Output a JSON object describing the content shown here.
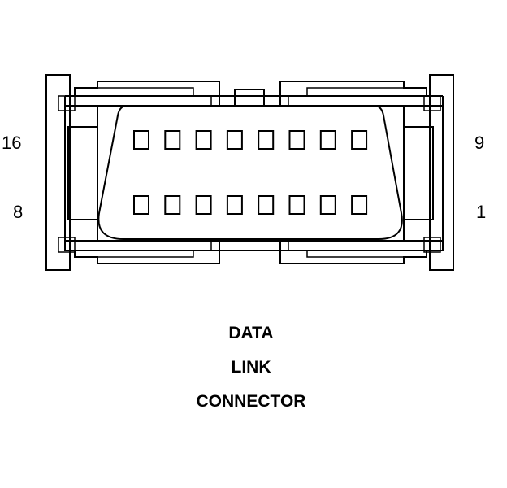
{
  "pin_labels": {
    "top_left": "16",
    "bottom_left": "8",
    "top_right": "9",
    "bottom_right": "1"
  },
  "caption": {
    "line1": "DATA",
    "line2": "LINK",
    "line3": "CONNECTOR"
  },
  "pins": {
    "rows": 2,
    "per_row": 8
  }
}
